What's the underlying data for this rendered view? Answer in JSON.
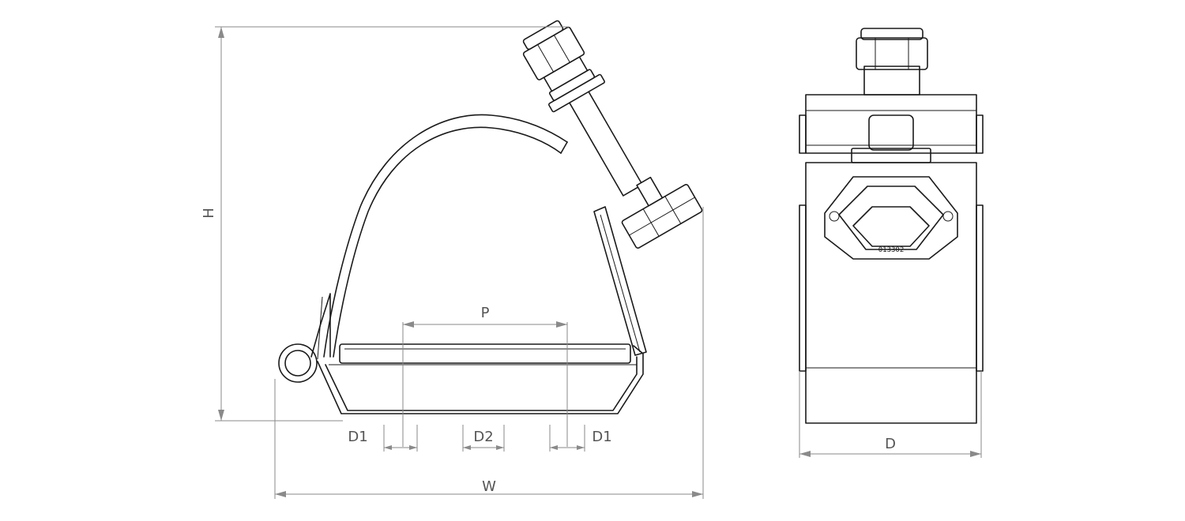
{
  "dimension_labels": {
    "height": "H",
    "width": "W",
    "depth": "D",
    "pitch": "P",
    "d1_left": "D1",
    "d2": "D2",
    "d1_right": "D1"
  },
  "part_marking": "013302",
  "colors": {
    "outline": "#1a1a1a",
    "dimension": "#8a8a8a",
    "label": "#555555"
  }
}
